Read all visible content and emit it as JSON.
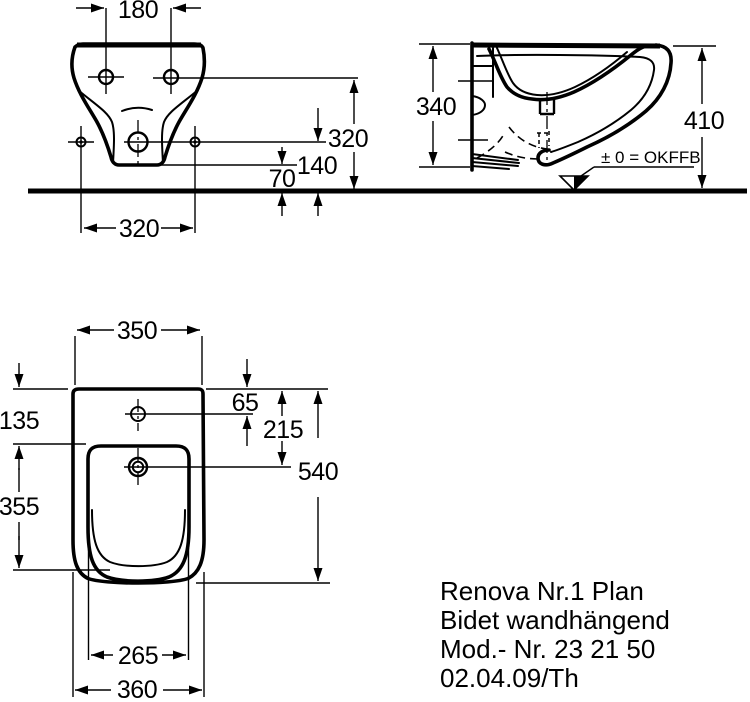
{
  "colors": {
    "ink": "#000000",
    "paper": "#ffffff"
  },
  "views": {
    "front": {
      "dims": {
        "hole_spacing": "180",
        "holes_above_floor": "320",
        "drain_center_height": "140",
        "rim_above_floor": "70",
        "side_hole_spacing": "320"
      }
    },
    "side": {
      "dims": {
        "body_height": "340",
        "overall_height": "410"
      },
      "datum_label": "± 0 = OKFFB"
    },
    "plan": {
      "dims": {
        "top_width": "350",
        "wall_to_bowl": "135",
        "bowl_length": "355",
        "tap_hole_offset": "65",
        "drain_offset": "215",
        "overall_depth": "540",
        "bowl_width": "265",
        "overall_width": "360"
      }
    }
  },
  "titleblock": {
    "line1": "Renova Nr.1 Plan",
    "line2": "Bidet wandhängend",
    "line3": "Mod.- Nr. 23 21 50",
    "line4": "02.04.09/Th"
  }
}
